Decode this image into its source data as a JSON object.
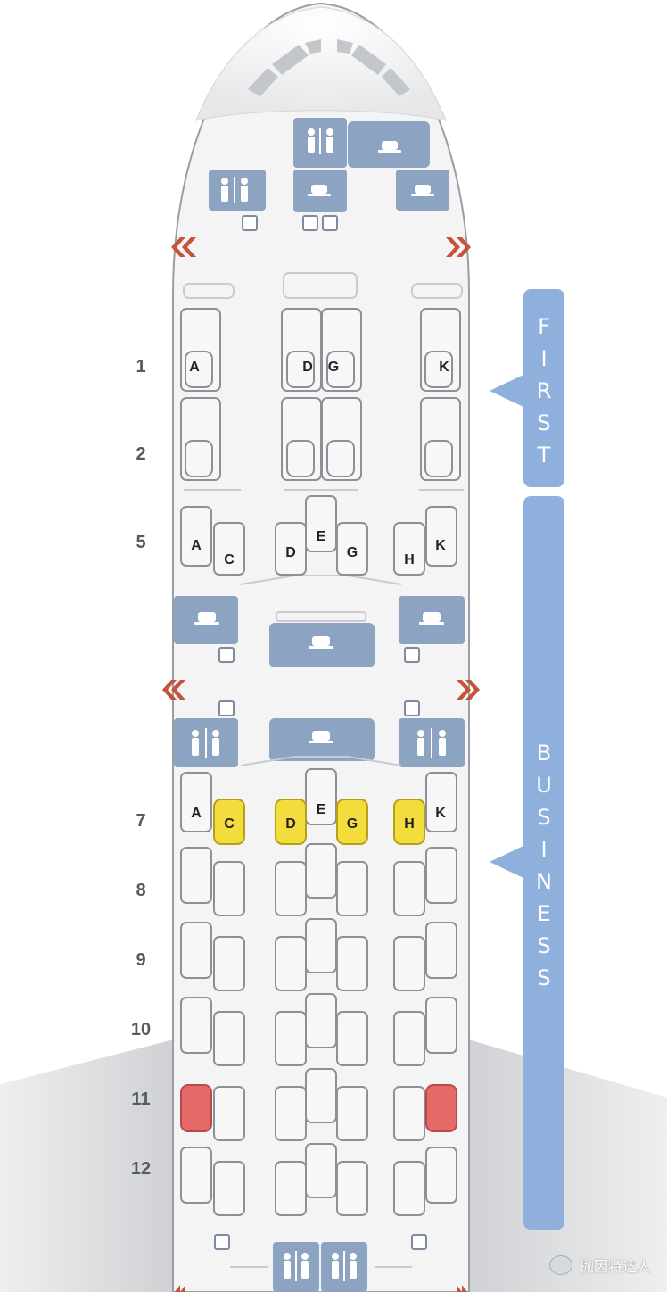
{
  "sections": [
    {
      "name": "first",
      "letters": [
        "F",
        "I",
        "R",
        "S",
        "T"
      ]
    },
    {
      "name": "business",
      "letters": [
        "B",
        "U",
        "S",
        "I",
        "N",
        "E",
        "S",
        "S"
      ]
    }
  ],
  "rows": [
    {
      "label": "1"
    },
    {
      "label": "2"
    },
    {
      "label": "5"
    },
    {
      "label": "7"
    },
    {
      "label": "8"
    },
    {
      "label": "9"
    },
    {
      "label": "10"
    },
    {
      "label": "11"
    },
    {
      "label": "12"
    }
  ],
  "seat_letters": {
    "row1": [
      "A",
      "D",
      "G",
      "K"
    ],
    "row5": [
      "A",
      "C",
      "D",
      "E",
      "G",
      "H",
      "K"
    ],
    "row7": [
      "A",
      "C",
      "D",
      "E",
      "G",
      "H",
      "K"
    ]
  },
  "legend_colors": {
    "fuselage": "#f4f4f5",
    "section": "#8fb0dc",
    "facility": "#8da3c2",
    "selected_seat": "#f2dd3d",
    "highlight_seat": "#e46a6a",
    "exit_arrow": "#c5543c"
  },
  "watermark": {
    "text": "抛因特达人"
  }
}
